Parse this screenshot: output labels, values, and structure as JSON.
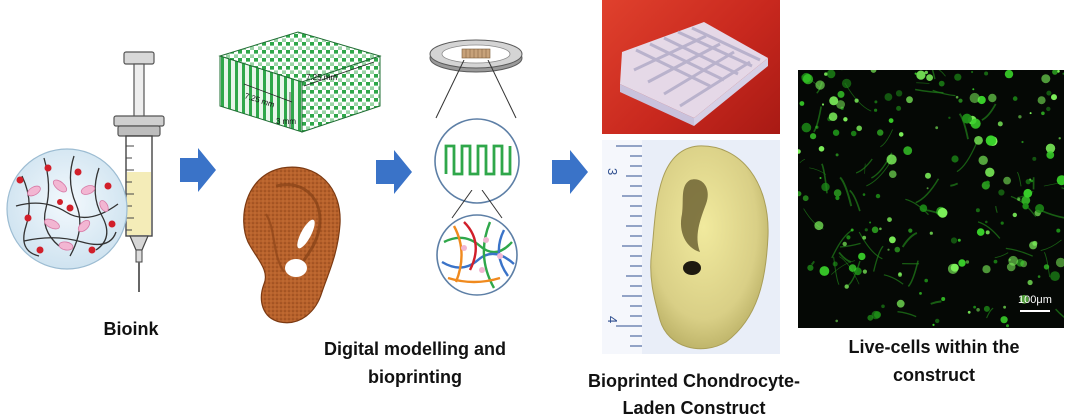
{
  "captions": {
    "bioink": "Bioink",
    "modelling_line1": "Digital modelling and",
    "modelling_line2": "bioprinting",
    "construct_line1": "Bioprinted Chondrocyte-",
    "construct_line2": "Laden Construct",
    "livecells_line1": "Live-cells within the",
    "livecells_line2": "construct"
  },
  "scaffold_dimensions": {
    "width": "7.25 mm",
    "depth": "7.25 mm",
    "height": "3 mm"
  },
  "ruler_labels": {
    "upper": "3",
    "lower": "4"
  },
  "scale_bar": {
    "label": "100μm"
  },
  "colors": {
    "arrow": "#3a73c8",
    "ear_model": "#b8622c",
    "printed_ear": "#d9cf86",
    "fluorescence": "#39d12a",
    "photo_background_red": "#c8281e",
    "ruler_blue": "#2f4f8f",
    "scaffold_green": "#2fa74a"
  },
  "icons": [
    "syringe-icon",
    "cell-mixture-icon",
    "arrow-right-icon",
    "ear-model-icon",
    "print-dish-icon",
    "printing-path-icon",
    "filament-network-icon",
    "ruler-icon"
  ]
}
